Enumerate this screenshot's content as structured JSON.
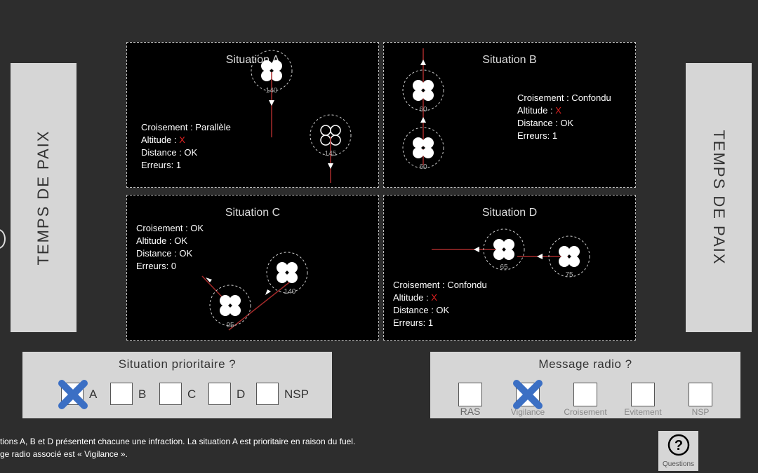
{
  "side_label": "TEMPS DE PAIX",
  "situations": [
    {
      "title": "Situation A",
      "croisement": "Croisement : Parallèle",
      "altitude_label": "Altitude : ",
      "altitude": "X",
      "distance": "Distance : OK",
      "erreurs": "Erreurs: 1",
      "drones": [
        "140",
        "145"
      ]
    },
    {
      "title": "Situation B",
      "croisement": "Croisement : Confondu",
      "altitude_label": "Altitude : ",
      "altitude": "X",
      "distance": "Distance : OK",
      "erreurs": "Erreurs: 1",
      "drones": [
        "60",
        "60"
      ]
    },
    {
      "title": "Situation C",
      "croisement": "Croisement : OK",
      "altitude_label": "Altitude : ",
      "altitude": "OK",
      "distance": "Distance : OK",
      "erreurs": "Erreurs: 0",
      "drones": [
        "140",
        "95"
      ]
    },
    {
      "title": "Situation D",
      "croisement": "Croisement : Confondu",
      "altitude_label": "Altitude : ",
      "altitude": "X",
      "distance": "Distance : OK",
      "erreurs": "Erreurs: 1",
      "drones": [
        "65",
        "75"
      ]
    }
  ],
  "priority": {
    "title": "Situation prioritaire ?",
    "options": [
      {
        "label": "A",
        "checked": true
      },
      {
        "label": "B",
        "checked": false
      },
      {
        "label": "C",
        "checked": false
      },
      {
        "label": "D",
        "checked": false
      },
      {
        "label": "NSP",
        "checked": false
      }
    ]
  },
  "radio": {
    "title": "Message radio ?",
    "options": [
      {
        "label": "RAS",
        "checked": false
      },
      {
        "label": "Vigilance",
        "checked": true
      },
      {
        "label": "Croisement",
        "checked": false
      },
      {
        "label": "Evitement",
        "checked": false
      },
      {
        "label": "NSP",
        "checked": false
      }
    ]
  },
  "feedback": [
    "tions A, B et D présentent chacune une infraction. La situation A est prioritaire en raison du fuel.",
    "ge radio associé est « Vigilance »."
  ],
  "questions_label": "Questions",
  "colors": {
    "background": "#2d2d2d",
    "panel": "#000000",
    "error": "#e02020",
    "track": "#8b1a1a",
    "check": "#3b6fc4"
  }
}
